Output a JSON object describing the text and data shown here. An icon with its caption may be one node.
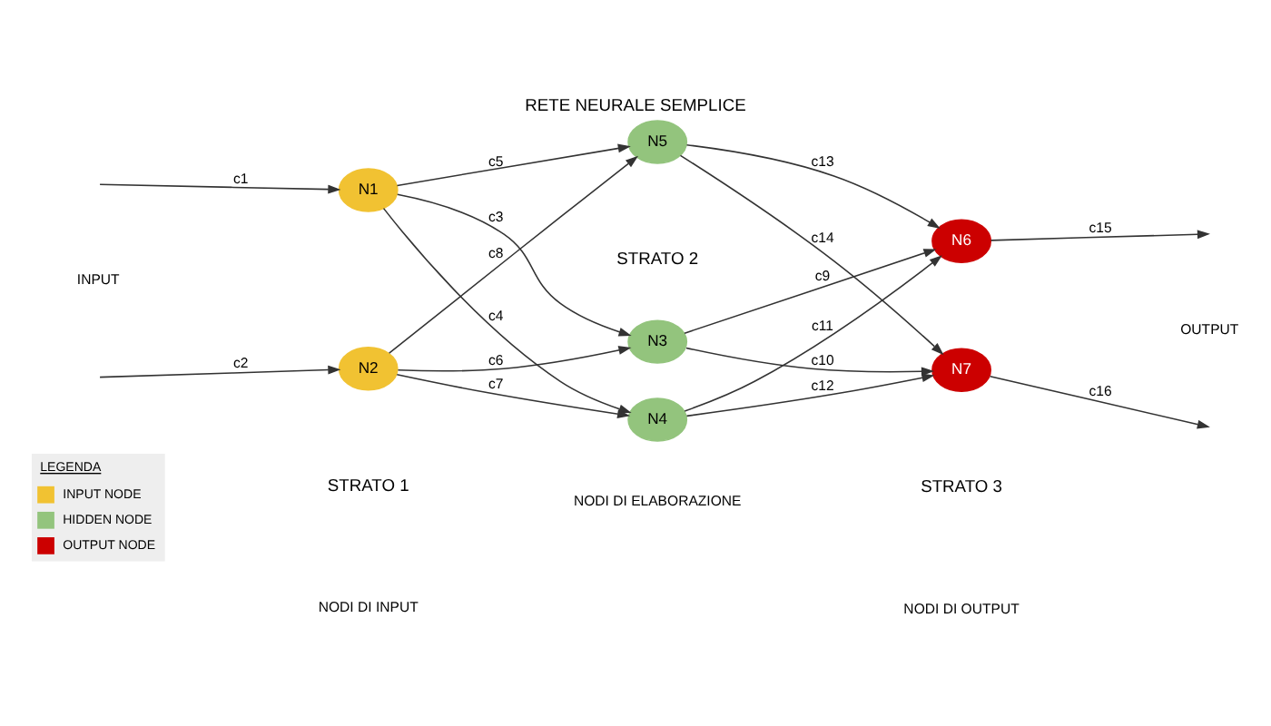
{
  "diagram": {
    "title": "RETE NEURALE SEMPLICE",
    "nodes": [
      {
        "text": [
          "N1"
        ]
      },
      {
        "text": [
          "N2"
        ]
      },
      {
        "text": [
          "N3"
        ]
      },
      {
        "text": [
          "N4"
        ]
      },
      {
        "text": [
          "N5"
        ]
      },
      {
        "text": [
          "N6"
        ]
      },
      {
        "text": [
          "N7"
        ]
      }
    ],
    "edges": [
      {
        "from": null,
        "to": 0,
        "arrow": "to",
        "label": "c1"
      },
      {
        "from": null,
        "to": 1,
        "arrow": "to",
        "label": "c2"
      },
      {
        "from": 0,
        "to": 2,
        "arrow": "to",
        "label": "c3"
      },
      {
        "from": 0,
        "to": 3,
        "arrow": "to",
        "label": "c4"
      },
      {
        "from": 0,
        "to": 4,
        "arrow": "to",
        "label": "c5"
      },
      {
        "from": 1,
        "to": 2,
        "arrow": "to",
        "label": "c6"
      },
      {
        "from": 1,
        "to": 3,
        "arrow": "to",
        "label": "c7"
      },
      {
        "from": 1,
        "to": 4,
        "arrow": "to",
        "label": "c8"
      },
      {
        "from": 2,
        "to": 5,
        "arrow": "to",
        "label": "c9"
      },
      {
        "from": 2,
        "to": 6,
        "arrow": "to",
        "label": "c10"
      },
      {
        "from": 3,
        "to": 5,
        "arrow": "to",
        "label": "c11"
      },
      {
        "from": 3,
        "to": 6,
        "arrow": "to",
        "label": "c12"
      },
      {
        "from": 4,
        "to": 5,
        "arrow": "to",
        "label": "c13"
      },
      {
        "from": 4,
        "to": 6,
        "arrow": "to",
        "label": "c14"
      },
      {
        "from": 5,
        "to": null,
        "arrow": "to",
        "label": "c15"
      },
      {
        "from": 6,
        "to": null,
        "arrow": "to",
        "label": "c16"
      }
    ],
    "labels": [
      "INPUT",
      "OUTPUT",
      "LEGENDA",
      "STRATO 1",
      "STRATO 2",
      "STRATO 3",
      "NODI DI INPUT",
      "NODI DI ELABORAZIONE",
      "NODI DI OUTPUT"
    ],
    "legend": [
      {
        "text": "INPUT NODE",
        "color": "#f1c232"
      },
      {
        "text": "HIDDEN NODE",
        "color": "#93c47d"
      },
      {
        "text": "OUTPUT NODE",
        "color": "#cc0000"
      }
    ]
  }
}
